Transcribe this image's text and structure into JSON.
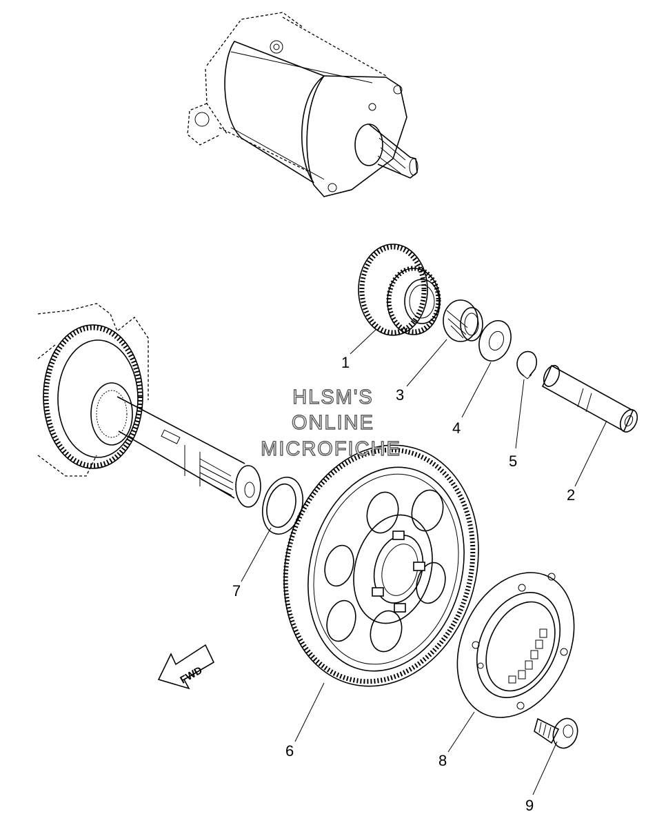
{
  "watermark": {
    "line1": "HLSM'S",
    "line2": "ONLINE",
    "line3": "MICROFICHE"
  },
  "arrow_label": "FWD",
  "callouts": [
    {
      "number": "1"
    },
    {
      "number": "2"
    },
    {
      "number": "3"
    },
    {
      "number": "4"
    },
    {
      "number": "5"
    },
    {
      "number": "6"
    },
    {
      "number": "7"
    },
    {
      "number": "8"
    },
    {
      "number": "9"
    }
  ]
}
